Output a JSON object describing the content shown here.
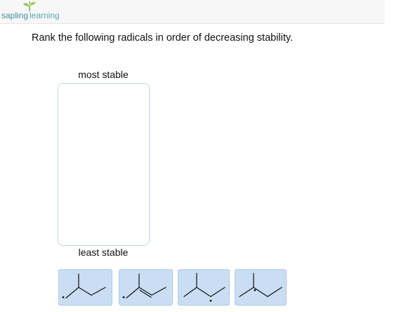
{
  "header": {
    "logo": {
      "brand_left": "sapling",
      "brand_right": "learning",
      "icon": "sprout-icon",
      "color": "#3f8fa0"
    }
  },
  "question": {
    "prompt": "Rank the following radicals in order of decreasing stability."
  },
  "ranking": {
    "top_label": "most stable",
    "bottom_label": "least stable",
    "drop_zone_border": "#bcd4ea"
  },
  "tiles": {
    "background": "#c9ddf3",
    "items": [
      {
        "name": "radical-option-1",
        "icon": "isopentyl-primary-radical-structure"
      },
      {
        "name": "radical-option-2",
        "icon": "allylic-primary-radical-structure"
      },
      {
        "name": "radical-option-3",
        "icon": "secondary-alkene-radical-structure"
      },
      {
        "name": "radical-option-4",
        "icon": "tertiary-radical-structure"
      }
    ]
  }
}
